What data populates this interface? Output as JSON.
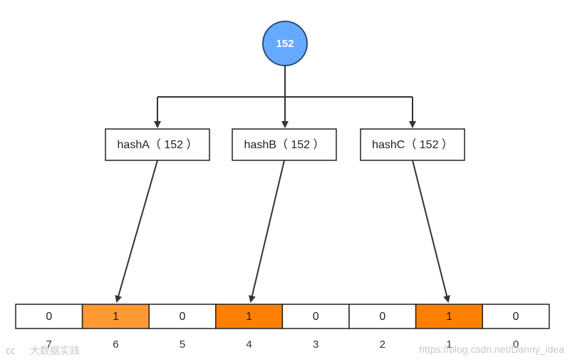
{
  "input_node": {
    "label": "152",
    "fill": "#66aaff",
    "stroke": "#2b4e73"
  },
  "hash_functions": [
    {
      "label": "hashA（ 152 ）",
      "target_index": "6"
    },
    {
      "label": "hashB（ 152 ）",
      "target_index": "4"
    },
    {
      "label": "hashC（ 152 ）",
      "target_index": "1"
    }
  ],
  "bit_array": {
    "cells": [
      {
        "index": "7",
        "value": "0",
        "fill": "#ffffff"
      },
      {
        "index": "6",
        "value": "1",
        "fill": "#ff9933"
      },
      {
        "index": "5",
        "value": "0",
        "fill": "#ffffff"
      },
      {
        "index": "4",
        "value": "1",
        "fill": "#ff8000"
      },
      {
        "index": "3",
        "value": "0",
        "fill": "#ffffff"
      },
      {
        "index": "2",
        "value": "0",
        "fill": "#ffffff"
      },
      {
        "index": "1",
        "value": "1",
        "fill": "#ff8000"
      },
      {
        "index": "0",
        "value": "0",
        "fill": "#ffffff"
      }
    ]
  },
  "colors": {
    "line": "#333333",
    "box_border": "#222222"
  },
  "watermark": {
    "logo_text": "大数据实践",
    "url": "https://blog.csdn.net/Danny_idea"
  }
}
